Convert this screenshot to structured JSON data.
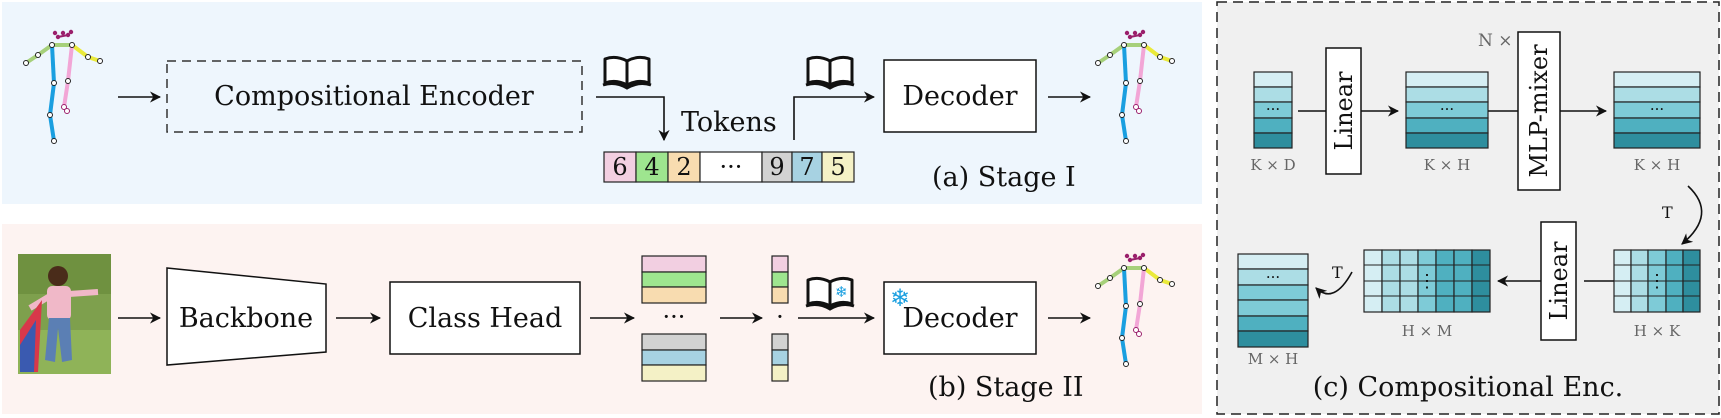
{
  "stage1": {
    "label": "(a) Stage I",
    "encoder_label": "Compositional Encoder",
    "tokens_label": "Tokens",
    "decoder_label": "Decoder",
    "tokens": [
      "6",
      "4",
      "2",
      "···",
      "9",
      "7",
      "5"
    ]
  },
  "stage2": {
    "label": "(b) Stage II",
    "backbone_label": "Backbone",
    "class_head_label": "Class Head",
    "decoder_label": "Decoder",
    "ellipsis": "···",
    "dot": "·"
  },
  "encoder_detail": {
    "label": "(c) Compositional Enc.",
    "linear_label": "Linear",
    "mixer_label": "MLP-mixer",
    "mixer_repeat": "N ×",
    "transpose": "T",
    "ellipsis": "···",
    "ellipsis_vertical": "⋮",
    "dims": {
      "kxd": "K × D",
      "kxh_a": "K × H",
      "kxh_b": "K × H",
      "hxk": "H × K",
      "hxm": "H × M",
      "mxh": "M × H"
    }
  },
  "colors": {
    "stage1_bg": "#eef6fd",
    "stage2_bg": "#fdf3f1",
    "encoder_bg": "#f0f0f0",
    "token_colors": [
      "#f2cfe1",
      "#9ee58f",
      "#f8dcb0",
      "#ffffff",
      "#d2d2d2",
      "#a7d2e2",
      "#f4f1c6"
    ],
    "teal_shades": [
      "#d5eef3",
      "#acdde5",
      "#7ecbd7",
      "#4fb0c0",
      "#2e8e9e"
    ],
    "bone_blue": "#1a9fe0",
    "bone_green": "#a6d07a",
    "bone_yellow": "#eaea3a",
    "bone_pink": "#f2a6d6",
    "joint_purple": "#9a1f6b"
  }
}
